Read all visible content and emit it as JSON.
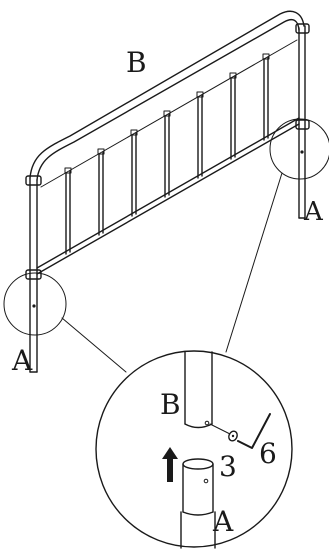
{
  "labels": {
    "top_rail": "B",
    "right_post": "A",
    "left_post": "A",
    "detail_upper": "B",
    "detail_lower": "A",
    "part_screw": "3",
    "part_tool": "6"
  },
  "icons": {
    "direction": "up-arrow-icon",
    "tool": "allen-key-icon",
    "fastener": "screw-icon"
  }
}
